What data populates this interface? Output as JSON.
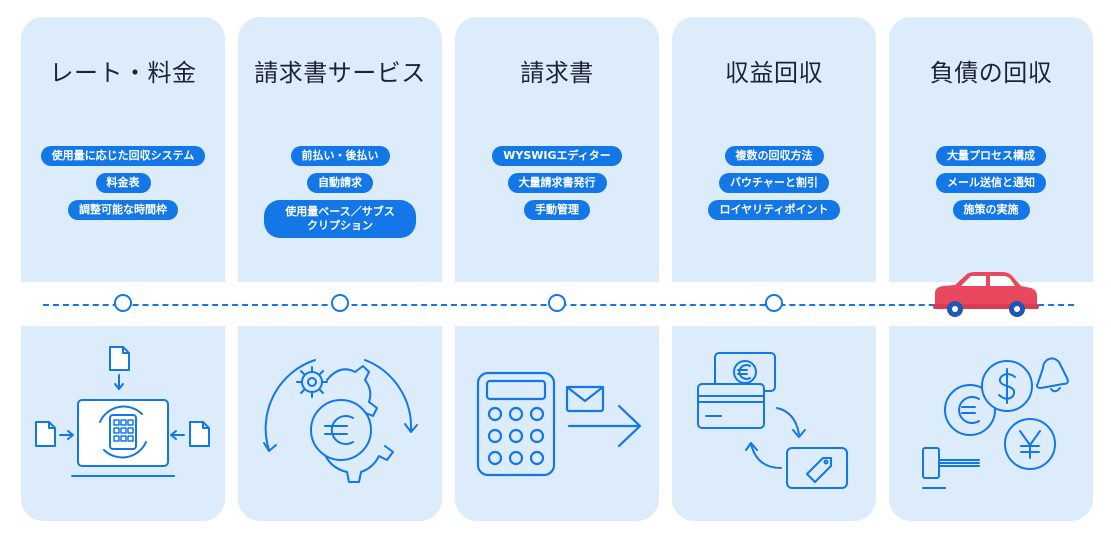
{
  "columns": [
    {
      "title": "レート・料金",
      "tags": [
        "使用量に応じた回収システム",
        "料金表",
        "調整可能な時間枠"
      ]
    },
    {
      "title": "請求書サービス",
      "tags": [
        "前払い・後払い",
        "自動請求",
        "使用量ベース／サブスクリプション"
      ]
    },
    {
      "title": "請求書",
      "tags": [
        "WYSWIGエディター",
        "大量請求書発行",
        "手動管理"
      ]
    },
    {
      "title": "収益回収",
      "tags": [
        "複数の回収方法",
        "バウチャーと割引",
        "ロイヤリティポイント"
      ]
    },
    {
      "title": "負債の回収",
      "tags": [
        "大量プロセス構成",
        "メール送信と通知",
        "施策の実施"
      ]
    }
  ],
  "colors": {
    "accent": "#1477e8",
    "panel": "#dcecfb",
    "car": "#e8495f"
  }
}
